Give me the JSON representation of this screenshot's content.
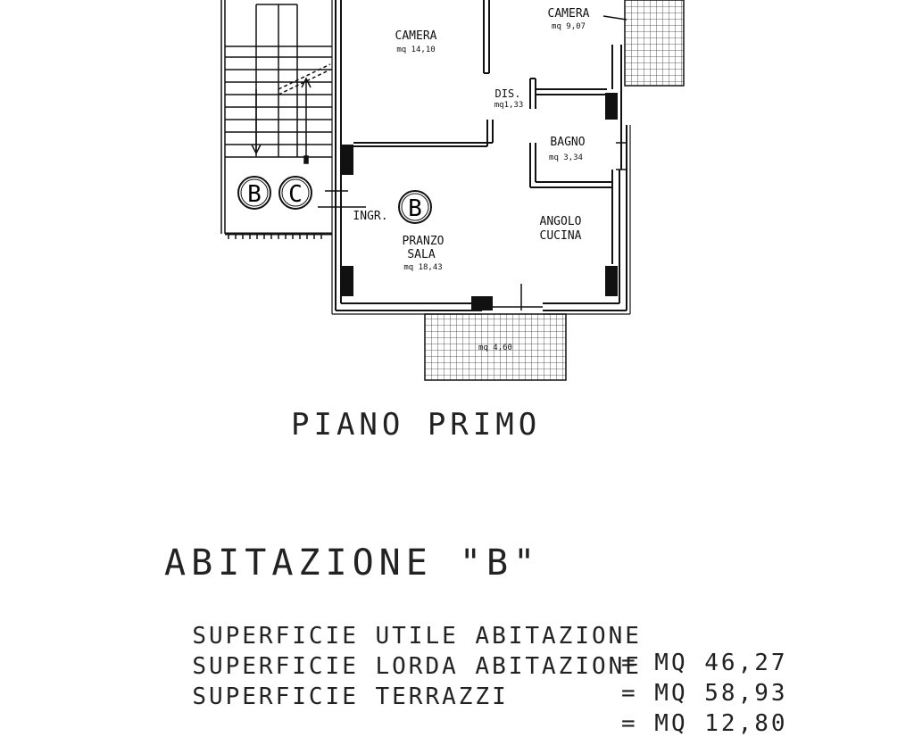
{
  "rooms": {
    "camera_1": {
      "name": "CAMERA",
      "area": "mq 14,10"
    },
    "camera_2": {
      "name": "CAMERA",
      "area": "mq 9,07"
    },
    "dis": {
      "name": "DIS.",
      "area": "mq1,33"
    },
    "bagno": {
      "name": "BAGNO",
      "area": "mq 3,34"
    },
    "ingresso": {
      "name": "INGR."
    },
    "pranzo": {
      "name_line1": "PRANZO",
      "name_line2": "SALA",
      "area": "mq 18,43"
    },
    "cucina": {
      "name_line1": "ANGOLO",
      "name_line2": "CUCINA"
    },
    "terrazzo": {
      "area": "mq 4,60"
    }
  },
  "circle_markers": [
    "B",
    "C",
    "B"
  ],
  "floor_title": "PIANO PRIMO",
  "unit_title": "ABITAZIONE \"B\"",
  "areas": [
    {
      "label": "SUPERFICIE UTILE ABITAZIONE",
      "value": "= MQ 46,27"
    },
    {
      "label": "SUPERFICIE LORDA ABITAZIONE",
      "value": "= MQ 58,93"
    },
    {
      "label": "SUPERFICIE TERRAZZI",
      "value": "= MQ 12,80"
    }
  ]
}
